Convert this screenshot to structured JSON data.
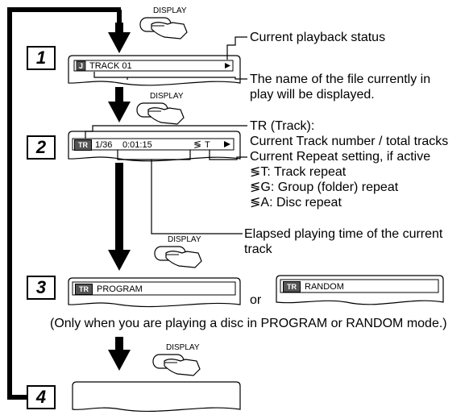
{
  "button_label": "DISPLAY",
  "steps": [
    {
      "number": "1"
    },
    {
      "number": "2"
    },
    {
      "number": "3"
    },
    {
      "number": "4"
    }
  ],
  "screen1": {
    "text": "TRACK 01"
  },
  "screen2": {
    "badge": "TR",
    "track": "1/36",
    "time": "0:01:15",
    "repeat": "T"
  },
  "screen3a": {
    "badge": "TR",
    "text": "PROGRAM"
  },
  "screen3b": {
    "badge": "TR",
    "text": "RANDOM"
  },
  "or_text": "or",
  "annotations": {
    "playback_status": "Current playback status",
    "file_name_1": "The name of the file currently in",
    "file_name_2": "play will be displayed.",
    "tr_heading": "TR (Track):",
    "tr_desc": "Current Track number / total tracks",
    "repeat_heading": "Current Repeat setting, if active",
    "repeat_track": ": Track repeat",
    "repeat_group": ": Group (folder) repeat",
    "repeat_disc": ": Disc repeat",
    "repeat_track_key": "T",
    "repeat_group_key": "G",
    "repeat_disc_key": "A",
    "elapsed_1": "Elapsed playing time of the current",
    "elapsed_2": "track"
  },
  "note": "(Only when you are playing a disc in PROGRAM or RANDOM mode.)",
  "icons": {
    "repeat": "repeat-icon",
    "play": "play-icon",
    "hand": "hand-press-icon"
  }
}
